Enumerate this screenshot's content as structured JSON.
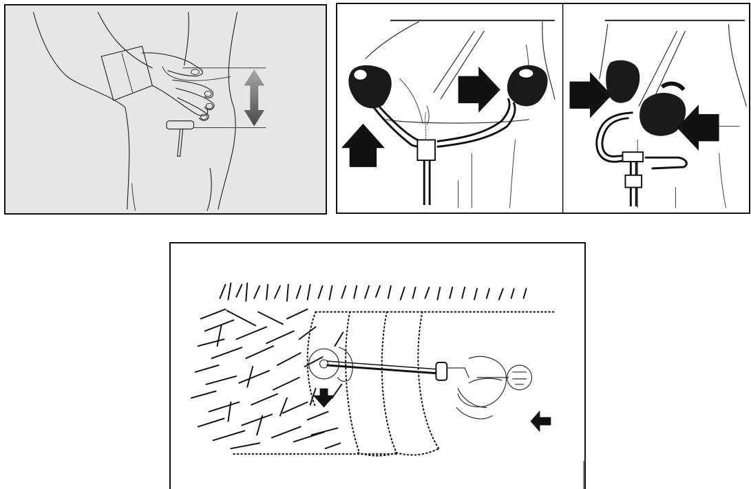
{
  "figure": {
    "panels": [
      {
        "id": "hip",
        "description_icons": [
          "hand-icon",
          "hip-hook-icon",
          "double-arrow-icon"
        ],
        "background": "#e6e6e6",
        "arrow_gradient": [
          "#9a9a9a",
          "#4a4a4a"
        ]
      },
      {
        "id": "handle",
        "description_icons": [
          "gloved-hand-icon",
          "arrow-icon",
          "bike-handle-icon"
        ],
        "arrow_color": "#111111"
      },
      {
        "id": "mowing",
        "description_icons": [
          "grass-icon",
          "operator-icon",
          "arrow-icon"
        ],
        "arrow_color": "#111111"
      }
    ]
  }
}
